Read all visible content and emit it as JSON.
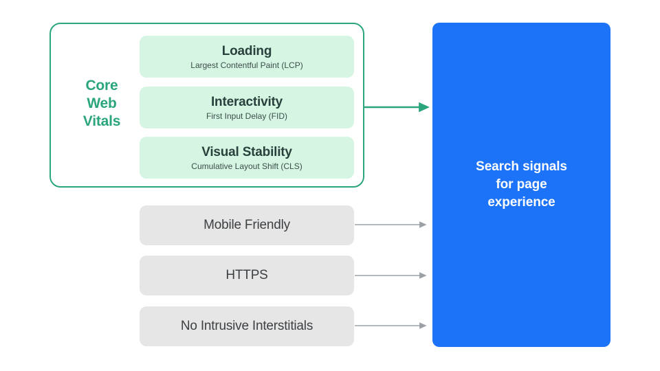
{
  "diagram": {
    "title": "Search signals for page experience",
    "colors": {
      "green_accent": "#2BA57C",
      "green_card": "#D6F5E3",
      "gray_card": "#E6E6E6",
      "gray_arrow": "#9AA0A6",
      "blue_box": "#1C73F8",
      "text_dark": "#3C4043",
      "text_white": "#FFFFFF"
    },
    "core_web_vitals": {
      "label": "Core\nWeb\nVitals",
      "label_lines": [
        "Core",
        "Web",
        "Vitals"
      ],
      "items": [
        {
          "title": "Loading",
          "subtitle": "Largest Contentful Paint (LCP)"
        },
        {
          "title": "Interactivity",
          "subtitle": "First Input Delay (FID)"
        },
        {
          "title": "Visual Stability",
          "subtitle": "Cumulative Layout Shift (CLS)"
        }
      ]
    },
    "other_signals": [
      {
        "label": "Mobile Friendly"
      },
      {
        "label": "HTTPS"
      },
      {
        "label": "No Intrusive Interstitials"
      }
    ],
    "destination": {
      "text": "Search signals\nfor page\nexperience"
    },
    "connectors": [
      {
        "name": "core-web-vitals-arrow",
        "color": "#2BA57C"
      },
      {
        "name": "mobile-friendly-arrow",
        "color": "#9AA0A6"
      },
      {
        "name": "https-arrow",
        "color": "#9AA0A6"
      },
      {
        "name": "no-intrusive-interstitials-arrow",
        "color": "#9AA0A6"
      }
    ]
  }
}
